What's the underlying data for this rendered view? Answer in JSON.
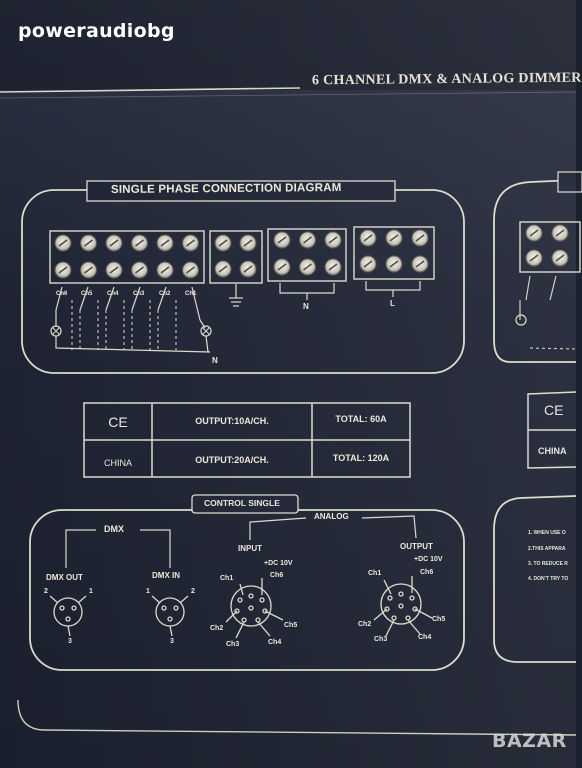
{
  "watermark": {
    "site": "poweraudiobg",
    "logo_text": "BAZAR"
  },
  "panel": {
    "title": "6 CHANNEL DMX & ANALOG DIMMER",
    "connection_diagram": {
      "title": "SINGLE PHASE CONNECTION DIAGRAM",
      "channels": [
        "Ch6",
        "Ch5",
        "Ch4",
        "Ch3",
        "Ch2",
        "Ch1"
      ],
      "neutral_bottom": "N",
      "neutral_group": "N",
      "line_group": "L"
    },
    "spec_table": {
      "rows": [
        {
          "region": "CE",
          "output": "OUTPUT:10A/CH.",
          "total": "TOTAL: 60A"
        },
        {
          "region": "CHINA",
          "output": "OUTPUT:20A/CH.",
          "total": "TOTAL: 120A"
        }
      ]
    },
    "control": {
      "title": "CONTROL SINGLE",
      "dmx_label": "DMX",
      "analog_label": "ANALOG",
      "dmx_out": "DMX OUT",
      "dmx_in": "DMX IN",
      "dmx_out_pins": [
        "2",
        "1",
        "3"
      ],
      "dmx_in_pins": [
        "1",
        "2",
        "3"
      ],
      "input_label": "INPUT",
      "output_label": "OUTPUT",
      "dc_label": "+DC 10V",
      "input_pins": [
        "Ch1",
        "Ch6",
        "Ch2",
        "Ch5",
        "Ch3",
        "Ch4"
      ],
      "output_pins": [
        "Ch1",
        "Ch6",
        "Ch2",
        "Ch5",
        "Ch3",
        "Ch4"
      ]
    },
    "right_partial": {
      "spec_rows": [
        "CE",
        "CHINA"
      ],
      "warnings": [
        "1. WHEN USE O",
        "2.THIS APPARA",
        "3. TO REDUCE R",
        "4. DON'T TRY TO"
      ]
    }
  }
}
